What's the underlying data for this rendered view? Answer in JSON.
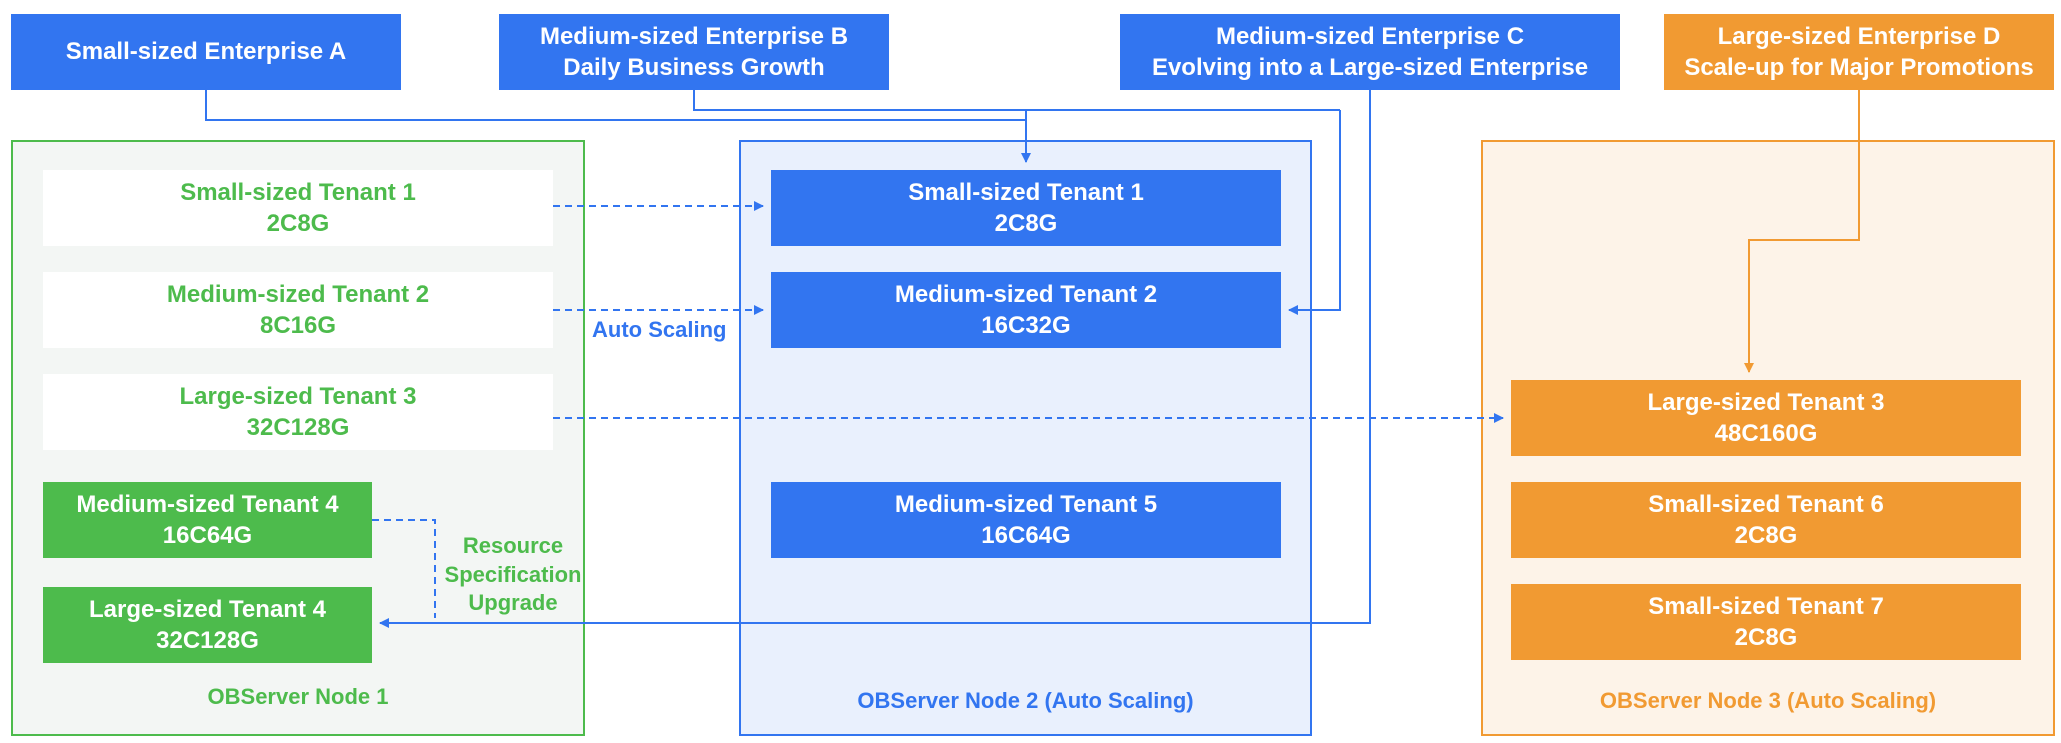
{
  "colors": {
    "blue": "#3275f0",
    "green": "#4dbb4c",
    "orange": "#f19a32"
  },
  "enterprises": [
    {
      "line1": "Small-sized Enterprise A",
      "line2": ""
    },
    {
      "line1": "Medium-sized Enterprise B",
      "line2": "Daily Business Growth"
    },
    {
      "line1": "Medium-sized Enterprise C",
      "line2": "Evolving into a Large-sized Enterprise"
    },
    {
      "line1": "Large-sized Enterprise D",
      "line2": "Scale-up for Major Promotions"
    }
  ],
  "nodes": [
    {
      "label": "OBServer Node 1"
    },
    {
      "label": "OBServer Node 2 (Auto Scaling)"
    },
    {
      "label": "OBServer Node 3 (Auto Scaling)"
    }
  ],
  "node1_tenants": [
    {
      "name": "Small-sized Tenant 1",
      "spec": "2C8G"
    },
    {
      "name": "Medium-sized Tenant 2",
      "spec": "8C16G"
    },
    {
      "name": "Large-sized Tenant 3",
      "spec": "32C128G"
    },
    {
      "name": "Medium-sized Tenant 4",
      "spec": "16C64G"
    },
    {
      "name": "Large-sized Tenant 4",
      "spec": "32C128G"
    }
  ],
  "node2_tenants": [
    {
      "name": "Small-sized Tenant 1",
      "spec": "2C8G"
    },
    {
      "name": "Medium-sized Tenant 2",
      "spec": "16C32G"
    },
    {
      "name": "Medium-sized Tenant 5",
      "spec": "16C64G"
    }
  ],
  "node3_tenants": [
    {
      "name": "Large-sized Tenant 3",
      "spec": "48C160G"
    },
    {
      "name": "Small-sized Tenant 6",
      "spec": "2C8G"
    },
    {
      "name": "Small-sized Tenant 7",
      "spec": "2C8G"
    }
  ],
  "annotations": {
    "auto_scaling": "Auto Scaling",
    "resource_upgrade": {
      "line1": "Resource",
      "line2": "Specification",
      "line3": "Upgrade"
    }
  }
}
